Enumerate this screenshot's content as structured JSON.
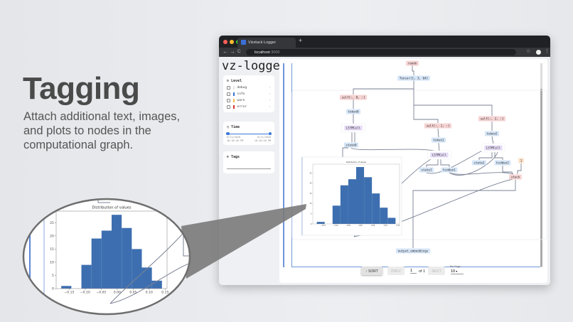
{
  "slide": {
    "title": "Tagging",
    "subtitle": "Attach additional text, images, and plots to nodes in the computational graph."
  },
  "browser": {
    "tab_title": "Vizstack Logger",
    "url_host": "localhost",
    "url_port": ":3000",
    "new_tab": "+",
    "back": "←",
    "forward": "→",
    "reload": "C",
    "star": "☆",
    "menu": "⋮"
  },
  "app": {
    "title": "vz-logger",
    "level": {
      "title": "Level",
      "items": [
        {
          "label": "debug",
          "color": "#e6e6ea"
        },
        {
          "label": "info",
          "color": "#3b6fd6"
        },
        {
          "label": "warn",
          "color": "#f2c14e"
        },
        {
          "label": "error",
          "color": "#d9342b"
        }
      ]
    },
    "time": {
      "title": "Time",
      "start": "8/11/2020\n10:18:20 PM",
      "end": "8/11/2020\n10:18:20 PM",
      "accent": "#3b78d8"
    },
    "tags": {
      "title": "Tags",
      "value": ""
    }
  },
  "graph": {
    "nodes": [
      {
        "id": "randn",
        "label": "randn",
        "kind": "op"
      },
      {
        "id": "tensor",
        "label": "Tensor[1, 3, 64]",
        "kind": "value"
      },
      {
        "id": "s0",
        "label": "self[:, 0, :]",
        "kind": "op"
      },
      {
        "id": "tok0",
        "label": "token0",
        "kind": "value"
      },
      {
        "id": "l0",
        "label": "LSTMCell",
        "kind": "module"
      },
      {
        "id": "st0",
        "label": "state0",
        "kind": "value"
      },
      {
        "id": "s1",
        "label": "self[:, 1, :]",
        "kind": "op"
      },
      {
        "id": "tok1",
        "label": "token1",
        "kind": "value"
      },
      {
        "id": "l1",
        "label": "LSTMCell",
        "kind": "module"
      },
      {
        "id": "st1",
        "label": "state1",
        "kind": "value"
      },
      {
        "id": "h1",
        "label": "hidden1",
        "kind": "value"
      },
      {
        "id": "s2",
        "label": "self[:, 2, :]",
        "kind": "op"
      },
      {
        "id": "tok2",
        "label": "token2",
        "kind": "value"
      },
      {
        "id": "l2",
        "label": "LSTMCell",
        "kind": "module"
      },
      {
        "id": "st2",
        "label": "state2",
        "kind": "value"
      },
      {
        "id": "h2",
        "label": "hidden2",
        "kind": "value"
      },
      {
        "id": "one",
        "label": "1",
        "kind": "const"
      },
      {
        "id": "stack",
        "label": "stack",
        "kind": "op"
      },
      {
        "id": "out",
        "label": "output_embeddings",
        "kind": "value"
      }
    ],
    "colors": {
      "op": "#f6d3d3",
      "value": "#d6e6f8",
      "module": "#e6dcf7",
      "const": "#fbe0c8",
      "edge": "#7a8194",
      "hist": "#3d6fb0"
    }
  },
  "chart_data": {
    "type": "bar",
    "title": "Distribution of values",
    "bin_edges": [
      -0.175,
      -0.1435,
      -0.112,
      -0.0805,
      -0.049,
      -0.0175,
      0.014,
      0.0455,
      0.077,
      0.1085,
      0.14
    ],
    "values": [
      1,
      0,
      9,
      19,
      22,
      28,
      23,
      15,
      8,
      3
    ],
    "xlim": [
      -0.191,
      0.156
    ],
    "ylim": [
      0,
      29.4
    ],
    "xticks": [
      "-0.15",
      "-0.10",
      "-0.05",
      "0.00",
      "0.05",
      "0.10",
      "0.15"
    ],
    "yticks": [
      "0",
      "5",
      "10",
      "15",
      "20",
      "25"
    ],
    "xlabel": "",
    "ylabel": "",
    "grid": false
  },
  "pagination": {
    "sort": "↑ SORT",
    "prev": "PREV",
    "page": "1",
    "of": "of 1",
    "next": "NEXT",
    "per_page_label": "Per Page",
    "per_page": "10"
  }
}
